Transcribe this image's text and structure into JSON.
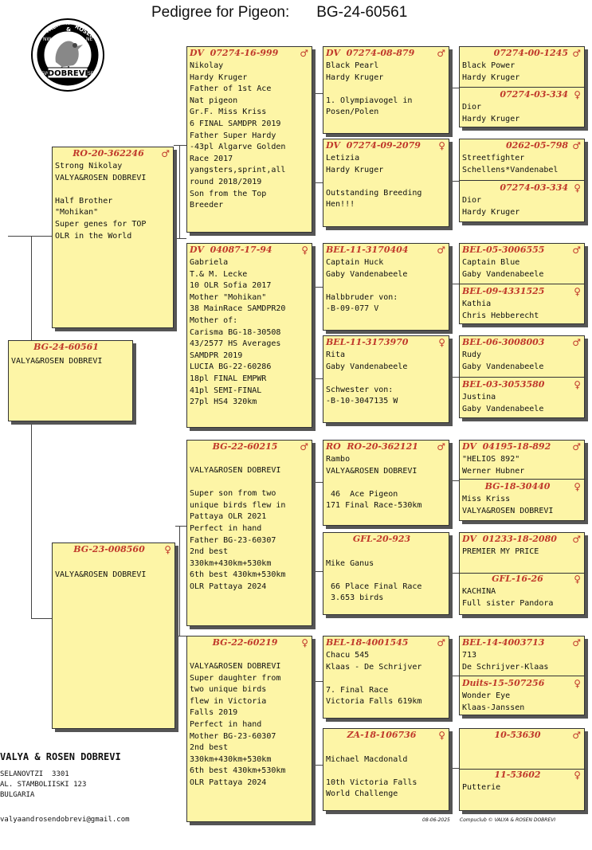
{
  "title": {
    "label": "Pedigree for Pigeon:",
    "ring": "BG-24-60561"
  },
  "logo": {
    "top": "N",
    "ring_left": "VALYA",
    "ring_amp": "&",
    "ring_right": "ROSEN",
    "bottom": "DOBREVI",
    "nw": "NW",
    "ne": "NE",
    "sw": "SW",
    "se": "SE",
    "s": "S"
  },
  "colors": {
    "card": "#fdf5a6",
    "header": "#c0392b"
  },
  "subject": {
    "ring": "BG-24-60561",
    "text": "VALYA&ROSEN DOBREVI"
  },
  "sire": {
    "ring": "RO-20-362246",
    "sex": "♂",
    "text": "Strong Nikolay\nVALYA&ROSEN DOBREVI\n\nHalf Brother\n\"Mohikan\"\nSuper genes for TOP\nOLR in the World"
  },
  "dam": {
    "ring": "BG-23-008560",
    "sex": "♀",
    "text": "VALYA&ROSEN DOBREVI"
  },
  "gen3": {
    "ss": {
      "prefix": "DV",
      "ring": "07274-16-999",
      "sex": "♂",
      "text": "Nikolay\nHardy Kruger\nFather of 1st Ace\nNat pigeon\nGr.F. Miss Kriss\n6 FINAL SAMDPR 2019\nFather Super Hardy\n-43pl Algarve Golden\nRace 2017\nyangsters,sprint,all\nround 2018/2019\nSon from the Top\nBreeder"
    },
    "sd": {
      "prefix": "DV",
      "ring": "04087-17-94",
      "sex": "♀",
      "text": "Gabriela\nT.& M. Lecke\n10 OLR Sofia 2017\nMother \"Mohikan\"\n38 MainRace SAMDPR20\nMother of:\nCarisma BG-18-30508\n43/2577 HS Averages\nSAMDPR 2019\nLUCIA BG-22-60286\n18pl FINAL EMPWR\n41pl SEMI-FINAL\n27pl HS4 320km"
    },
    "ds": {
      "prefix": "",
      "ring": "BG-22-60215",
      "sex": "♂",
      "text": "VALYA&ROSEN DOBREVI\n\nSuper son from two\nunique birds flew in\nPattaya OLR 2021\nPerfect in hand\nFather BG-23-60307\n2nd best\n330km+430km+530km\n6th best 430km+530km\nOLR Pattaya 2024"
    },
    "dd": {
      "prefix": "",
      "ring": "BG-22-60219",
      "sex": "♀",
      "text": "VALYA&ROSEN DOBREVI\nSuper daughter from\ntwo unique birds\nflew in Victoria\nFalls 2019\nPerfect in hand\nMother BG-23-60307\n2nd best\n330km+430km+530km\n6th best 430km+530km\nOLR Pattaya 2024"
    }
  },
  "gen4": [
    {
      "prefix": "DV",
      "ring": "07274-08-879",
      "sex": "♂",
      "text": "Black Pearl\nHardy Kruger\n\n1. Olympiavogel in\nPosen/Polen"
    },
    {
      "prefix": "DV",
      "ring": "07274-09-2079",
      "sex": "♀",
      "text": "Letizia\nHardy Kruger\n\nOutstanding Breeding\nHen!!!"
    },
    {
      "prefix": "",
      "ring": "BEL-11-3170404",
      "sex": "♂",
      "text": "Captain Huck\nGaby Vandenabeele\n\nHalbbruder von:\n-B-09-077 V"
    },
    {
      "prefix": "",
      "ring": "BEL-11-3173970",
      "sex": "♀",
      "text": "Rita\nGaby Vandenabeele\n\nSchwester von:\n-B-10-3047135 W"
    },
    {
      "prefix": "RO",
      "ring": "RO-20-362121",
      "sex": "♂",
      "text": "Rambo\nVALYA&ROSEN DOBREVI\n\n 46  Ace Pigeon\n171 Final Race-530km"
    },
    {
      "prefix": "",
      "ring": "GFL-20-923",
      "sex": "",
      "text": "\nMike Ganus\n\n 66 Place Final Race\n 3.653 birds"
    },
    {
      "prefix": "",
      "ring": "BEL-18-4001545",
      "sex": "♂",
      "text": "Chacu 545\nKlaas - De Schrijver\n\n7. Final Race\nVictoria Falls 619km"
    },
    {
      "prefix": "",
      "ring": "ZA-18-106736",
      "sex": "♀",
      "text": "\nMichael Macdonald\n\n10th Victoria Falls\nWorld Challenge"
    }
  ],
  "gen5": [
    {
      "prefix": "",
      "ring": "07274-00-1245",
      "sex": "♂",
      "text": "Black Power\nHardy Kruger"
    },
    {
      "prefix": "",
      "ring": "07274-03-334",
      "sex": "♀",
      "text": "Dior\nHardy Kruger"
    },
    {
      "prefix": "",
      "ring": "0262-05-798",
      "sex": "♂",
      "text": "Streetfighter\nSchellens*Vandenabel"
    },
    {
      "prefix": "",
      "ring": "07274-03-334",
      "sex": "♀",
      "text": "Dior\nHardy Kruger"
    },
    {
      "prefix": "",
      "ring": "BEL-05-3006555",
      "sex": "♂",
      "text": "Captain Blue\nGaby Vandenabeele"
    },
    {
      "prefix": "",
      "ring": "BEL-09-4331525",
      "sex": "♀",
      "text": "Kathia\nChris Hebberecht"
    },
    {
      "prefix": "",
      "ring": "BEL-06-3008003",
      "sex": "♂",
      "text": "Rudy\nGaby Vandenabeele"
    },
    {
      "prefix": "",
      "ring": "BEL-03-3053580",
      "sex": "♀",
      "text": "Justina\nGaby Vandenabeele"
    },
    {
      "prefix": "DV",
      "ring": "04195-18-892",
      "sex": "♂",
      "text": "\"HELIOS 892\"\nWerner Hubner"
    },
    {
      "prefix": "",
      "ring": "BG-18-30440",
      "sex": "♀",
      "text": "Miss Kriss\nVALYA&ROSEN DOBREVI"
    },
    {
      "prefix": "DV",
      "ring": "01233-18-2080",
      "sex": "♂",
      "text": "PREMIER MY PRICE"
    },
    {
      "prefix": "",
      "ring": "GFL-16-26",
      "sex": "♀",
      "text": "KACHINA\nFull sister Pandora"
    },
    {
      "prefix": "",
      "ring": "BEL-14-4003713",
      "sex": "♂",
      "text": "713\nDe Schrijver-Klaas"
    },
    {
      "prefix": "",
      "ring": "Duits-15-507256",
      "sex": "♀",
      "text": "Wonder Eye\nKlaas-Janssen"
    },
    {
      "prefix": "",
      "ring": "10-53630",
      "sex": "♂",
      "text": ""
    },
    {
      "prefix": "",
      "ring": "11-53602",
      "sex": "♀",
      "text": "Putterie"
    }
  ],
  "breeder": {
    "name": "VALYA & ROSEN DOBREVI",
    "line1": "SELANOVTZI  3301",
    "line2": "AL. STAMBOLIISKI 123",
    "line3": "BULGARIA",
    "email": "valyaandrosendobrevi@gmail.com"
  },
  "footer": {
    "date": "08-06-2025",
    "credit": "Compuclub © VALYA & ROSEN DOBREVI"
  }
}
